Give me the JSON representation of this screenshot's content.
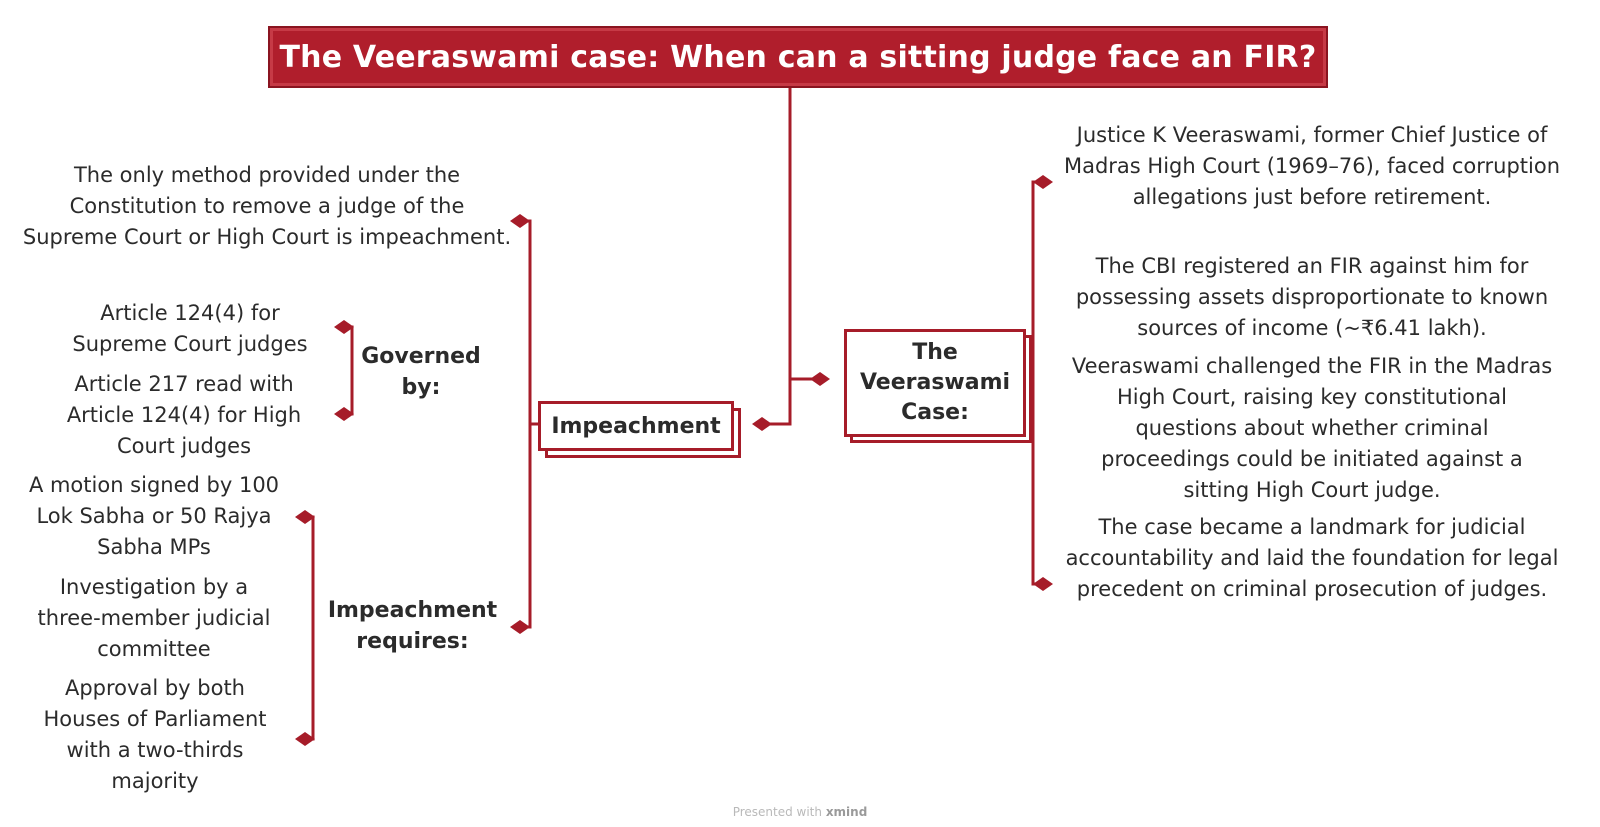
{
  "title": "The Veeraswami case: When can a sitting judge face an FIR?",
  "central_nodes": {
    "impeachment": "Impeachment",
    "veeraswami_case": "The\nVeeraswami\nCase:"
  },
  "impeachment_branch": {
    "definition": "The only method provided under the Constitution to remove a judge of the Supreme Court or High Court is impeachment.",
    "governed_by": {
      "label": "Governed by:",
      "items": [
        "Article 124(4) for Supreme Court judges",
        "Article 217 read with Article 124(4) for High Court judges"
      ]
    },
    "requires": {
      "label": "Impeachment requires:",
      "items": [
        "A motion signed by 100 Lok Sabha or 50 Rajya Sabha MPs",
        "Investigation by a three-member judicial committee",
        "Approval by both Houses of Parliament with a two-thirds majority"
      ]
    }
  },
  "case_branch": {
    "items": [
      "Justice K Veeraswami, former Chief Justice of Madras High Court (1969–76), faced corruption allegations just before retirement.",
      "The CBI registered an FIR against him for possessing assets disproportionate to known sources of income (~₹6.41 lakh).",
      "Veeraswami challenged the FIR in the Madras High Court, raising key constitutional questions about whether criminal proceedings could be initiated against a sitting High Court judge.",
      "The case became a landmark for judicial accountability and laid the foundation for legal precedent on criminal prosecution of judges."
    ]
  },
  "footer": {
    "prefix": "Presented with",
    "brand": "xmind"
  },
  "colors": {
    "accent": "#a61c29",
    "title_bg": "#b01e2c",
    "text": "#2b2b2b"
  }
}
